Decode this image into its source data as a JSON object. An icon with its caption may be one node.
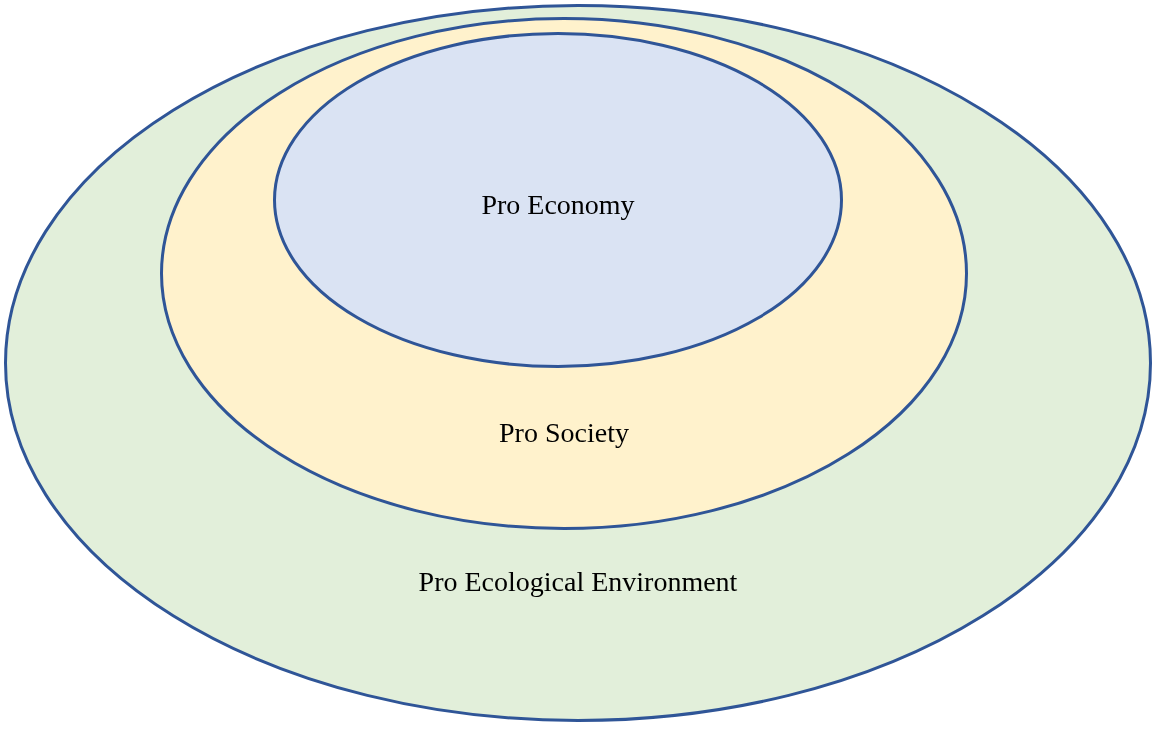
{
  "diagram": {
    "nodes": [
      {
        "text": [
          "Pro Ecological Environment"
        ]
      },
      {
        "text": [
          "Pro Society"
        ],
        "in": 0
      },
      {
        "text": [
          "Pro Economy"
        ],
        "in": 1
      }
    ]
  }
}
